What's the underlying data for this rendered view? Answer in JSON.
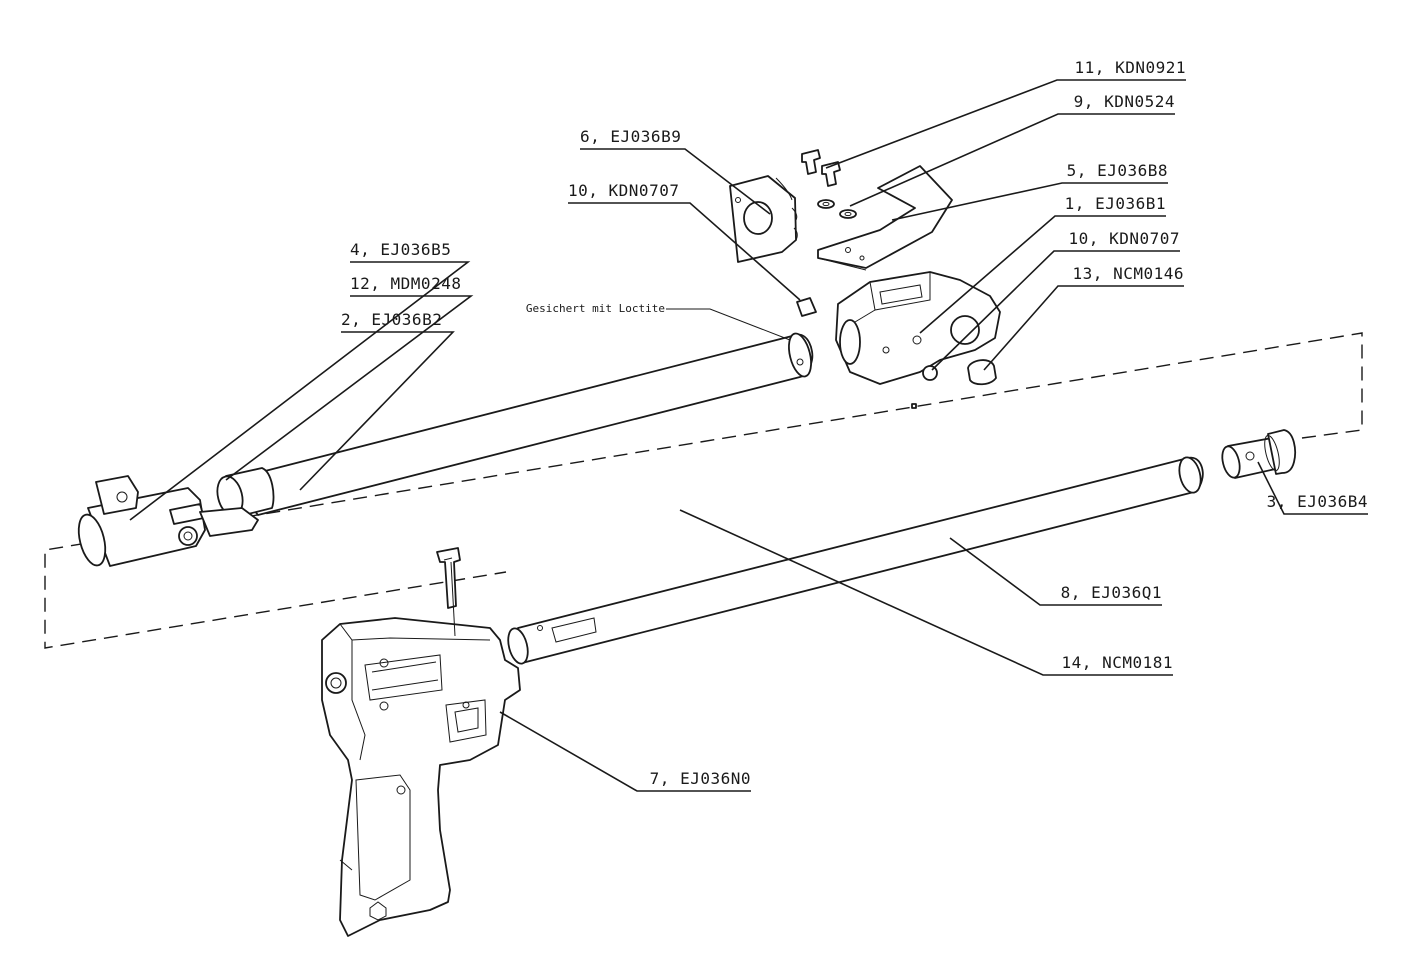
{
  "labels": {
    "p11": "11, KDN0921",
    "p9": "9, KDN0524",
    "p6": "6, EJ036B9",
    "p5": "5, EJ036B8",
    "p10a": "10, KDN0707",
    "p1": "1, EJ036B1",
    "p10b": "10, KDN0707",
    "p13": "13, NCM0146",
    "p4": "4, EJ036B5",
    "p12": "12, MDM0248",
    "p2": "2, EJ036B2",
    "p3": "3, EJ036B4",
    "p8": "8, EJ036Q1",
    "p14": "14, NCM0181",
    "p7": "7, EJ036N0"
  },
  "note": "Gesichert mit Loctite"
}
